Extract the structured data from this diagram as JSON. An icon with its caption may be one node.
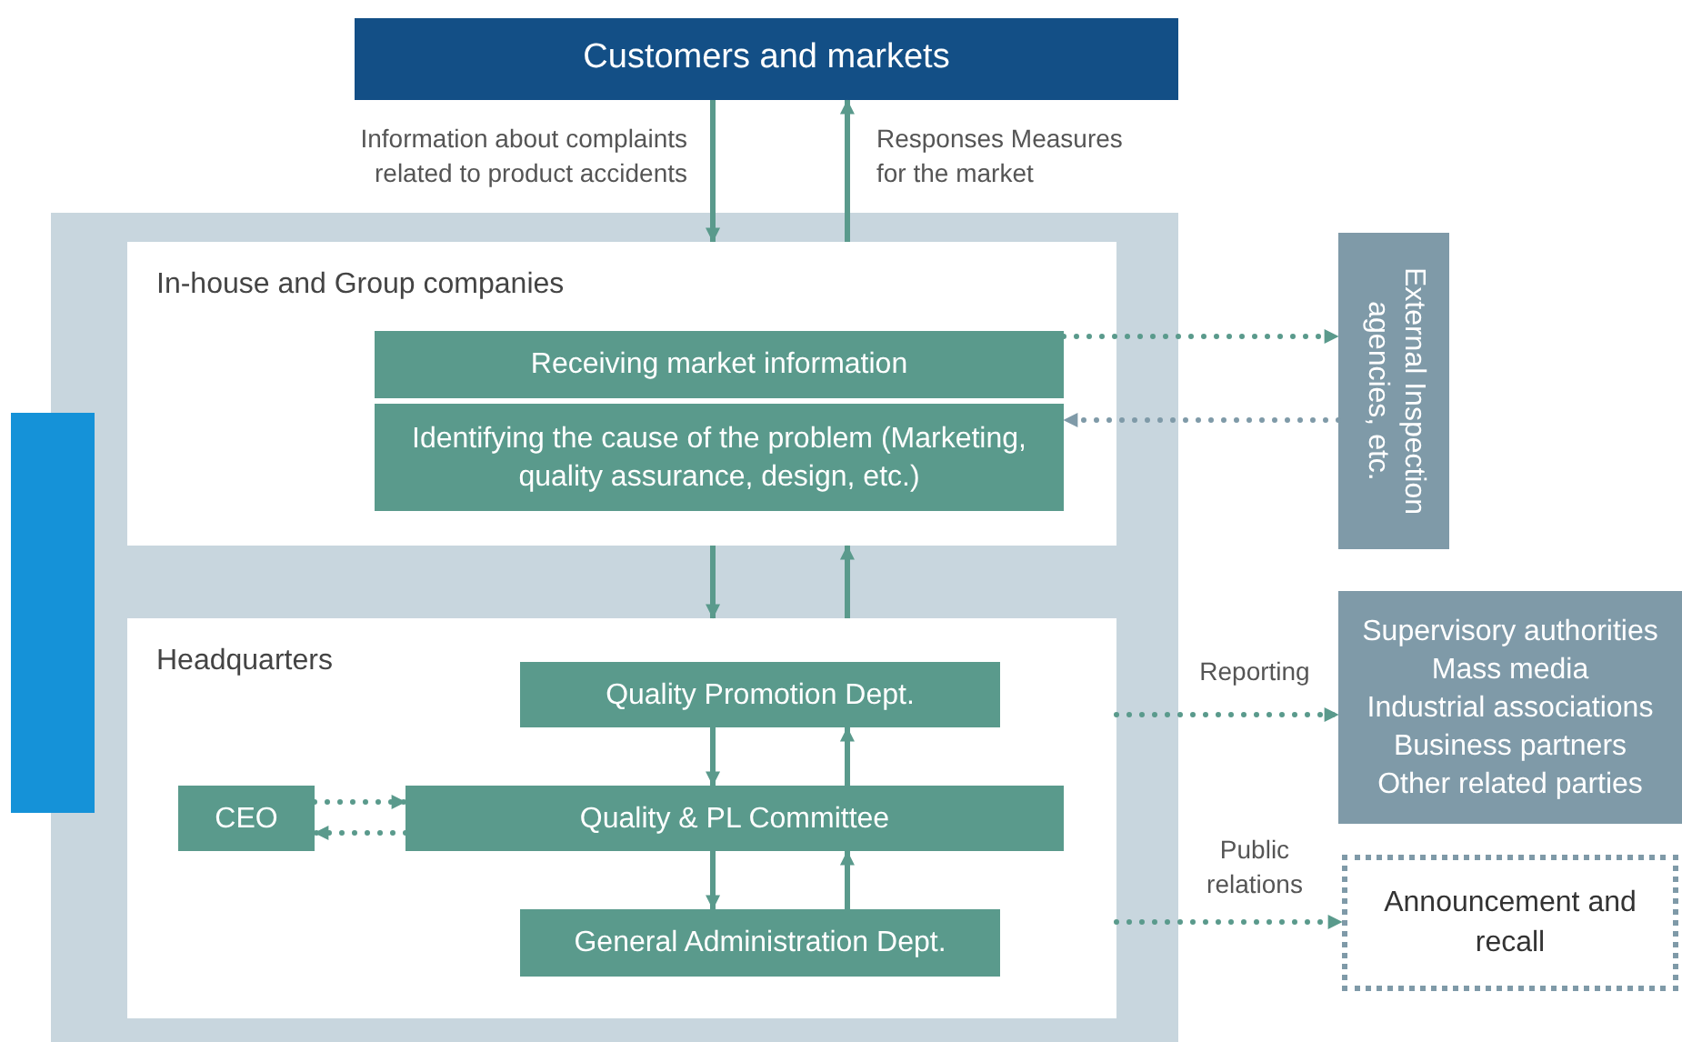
{
  "diagram": {
    "nodes": [
      {
        "text": [
          "Customers and markets"
        ]
      },
      {
        "text": [],
        "shape": "box"
      },
      {
        "text": [],
        "shape": "bar"
      },
      {
        "text": [
          "In-house and Group companies"
        ],
        "in": 1
      },
      {
        "text": [
          "Receiving market information"
        ],
        "in": 3
      },
      {
        "text": [
          "Identifying the cause of the problem (Marketing, quality assurance, design, etc.)"
        ],
        "in": 3
      },
      {
        "text": [
          "Headquarters"
        ],
        "in": 1
      },
      {
        "text": [
          "Quality Promotion Dept."
        ],
        "in": 6
      },
      {
        "text": [
          "CEO"
        ],
        "in": 6
      },
      {
        "text": [
          "Quality & PL Committee"
        ],
        "in": 6
      },
      {
        "text": [
          "General Administration Dept."
        ],
        "in": 6
      },
      {
        "text": [
          "External Inspection agencies, etc."
        ]
      },
      {
        "text": [
          "Supervisory authorities",
          "Mass media",
          "Industrial associations",
          "Business partners",
          "Other related parties"
        ]
      },
      {
        "text": [
          "Announcement and recall"
        ]
      }
    ],
    "edges": [
      {
        "from": 0,
        "to": 3,
        "arrow": "to",
        "label": "Information about complaints related to product accidents"
      },
      {
        "from": 3,
        "to": 0,
        "arrow": "to",
        "label": "Responses Measures for the market"
      },
      {
        "from": 3,
        "to": 6,
        "arrow": "to"
      },
      {
        "from": 6,
        "to": 3,
        "arrow": "to"
      },
      {
        "from": 7,
        "to": 9,
        "arrow": "to"
      },
      {
        "from": 9,
        "to": 7,
        "arrow": "to"
      },
      {
        "from": 9,
        "to": 10,
        "arrow": "to"
      },
      {
        "from": 10,
        "to": 9,
        "arrow": "to"
      },
      {
        "from": 8,
        "to": 9,
        "arrow": "to",
        "style": "dashed"
      },
      {
        "from": 9,
        "to": 8,
        "arrow": "to",
        "style": "dashed"
      },
      {
        "from": 4,
        "to": 11,
        "arrow": "to",
        "style": "dashed"
      },
      {
        "from": 11,
        "to": 5,
        "arrow": "to",
        "style": "dashed",
        "color": "#7f9aa8"
      },
      {
        "from": 6,
        "to": 12,
        "arrow": "to",
        "style": "dashed",
        "label": "Reporting"
      },
      {
        "from": 6,
        "to": 13,
        "arrow": "to",
        "style": "dashed",
        "label": "Public relations"
      }
    ]
  }
}
